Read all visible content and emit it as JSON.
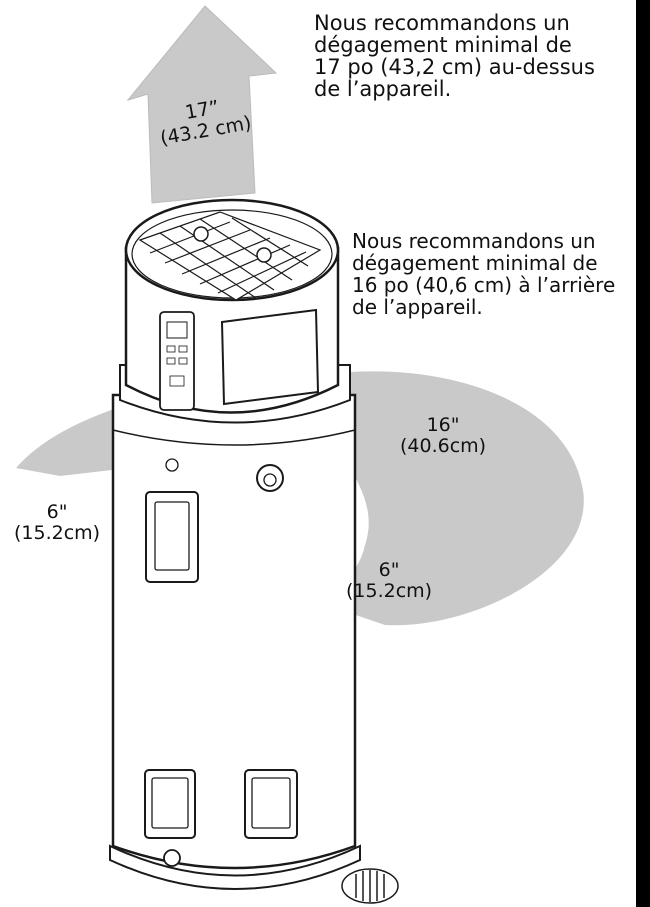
{
  "top_note": {
    "lines": [
      "Nous recommandons un",
      "dégagement minimal de",
      "17 po (43,2 cm) au-dessus",
      "de l’appareil."
    ]
  },
  "rear_note": {
    "lines": [
      "Nous recommandons un",
      "dégagement minimal de",
      "16 po (40,6 cm) à l’arrière",
      "de l’appareil."
    ]
  },
  "dimensions": {
    "top": {
      "imperial": "17”",
      "metric": "(43.2 cm)"
    },
    "rear": {
      "imperial": "16\"",
      "metric": "(40.6cm)"
    },
    "left_side": {
      "imperial": "6\"",
      "metric": "(15.2cm)"
    },
    "right_side": {
      "imperial": "6\"",
      "metric": "(15.2cm)"
    }
  },
  "colors": {
    "clearance_fill": "#c9c9c9",
    "outline": "#1a1a1a",
    "tank_fill": "#ffffff",
    "edge_bar": "#000000"
  }
}
